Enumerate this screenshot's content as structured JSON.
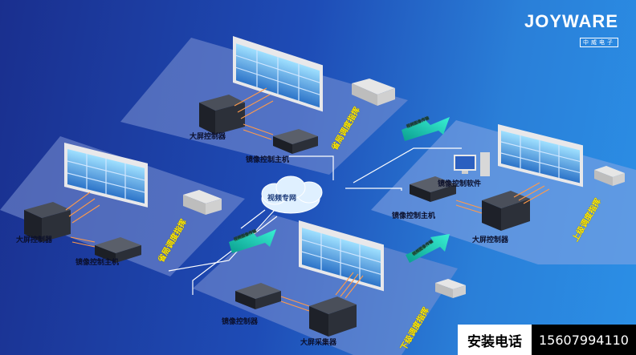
{
  "brand": {
    "name": "JOYWARE",
    "sub": "中威电子"
  },
  "cloud": {
    "label": "视频专网"
  },
  "nodes": [
    {
      "id": "top",
      "wall_label": "大屏控制器",
      "host_label": "镜像控制主机",
      "side_label": "省局调度指挥"
    },
    {
      "id": "left",
      "wall_label": "大屏控制器",
      "host_label": "镜像控制主机",
      "side_label": "省局调度指挥"
    },
    {
      "id": "right",
      "software_label": "镜像控制软件",
      "host_label": "镜像控制主机",
      "wall_label": "大屏控制器",
      "side_label": "上级调度指挥"
    },
    {
      "id": "bottom",
      "host_label": "镜像控制器",
      "wall_label": "大屏采集器",
      "side_label": "下级调度指挥"
    }
  ],
  "arrow_labels": [
    "视频图像传输",
    "视频图像传输",
    "视频图像传输"
  ],
  "contact": {
    "label": "安装电话",
    "phone": "15607994110"
  },
  "colors": {
    "arrow": "#19d3b8",
    "accent_text": "#ffea00",
    "platform": "#6c84c9"
  }
}
